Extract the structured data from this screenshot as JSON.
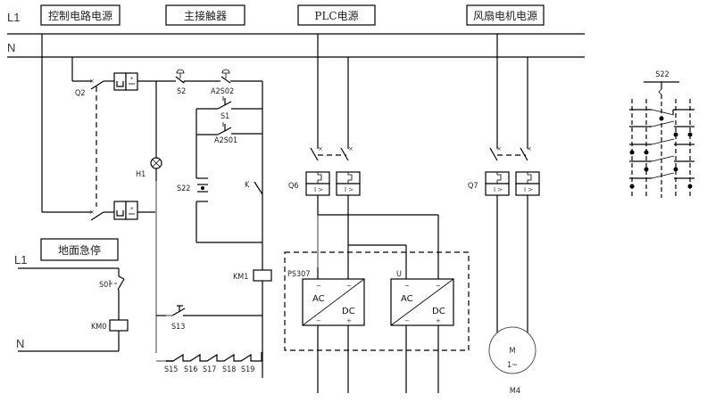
{
  "rails": {
    "l1": "L1",
    "n": "N",
    "l1_lower": "L1",
    "n_lower": "N"
  },
  "sections": [
    {
      "id": "control",
      "title": "控制电路电源"
    },
    {
      "id": "contactor",
      "title": "主接触器"
    },
    {
      "id": "plc",
      "title": "PLC电源"
    },
    {
      "id": "fan",
      "title": "风扇电机电源"
    },
    {
      "id": "estop",
      "title": "地面急停"
    }
  ],
  "components": {
    "q2": "Q2",
    "h1": "H1",
    "s2": "S2",
    "a2s02": "A2S02",
    "s1": "S1",
    "a2s01": "A2S01",
    "s22": "S22",
    "k": "K",
    "km1": "KM1",
    "s13": "S13",
    "s15": "S15",
    "s16": "S16",
    "s17": "S17",
    "s18": "S18",
    "s19": "S19",
    "q6": "Q6",
    "q7": "Q7",
    "ps307": "PS307",
    "u": "U",
    "s0": "S0",
    "km0": "KM0",
    "m4": "M4",
    "motor_m": "M",
    "motor_phase": "1~",
    "s22_detail": "S22"
  },
  "converters": [
    {
      "ac": "AC",
      "dc": "DC",
      "minus": "−",
      "plus": "+",
      "tilde": "~"
    },
    {
      "ac": "AC",
      "dc": "DC",
      "minus": "−",
      "plus": "+",
      "tilde": "~"
    }
  ],
  "breaker_symbol": "I >"
}
